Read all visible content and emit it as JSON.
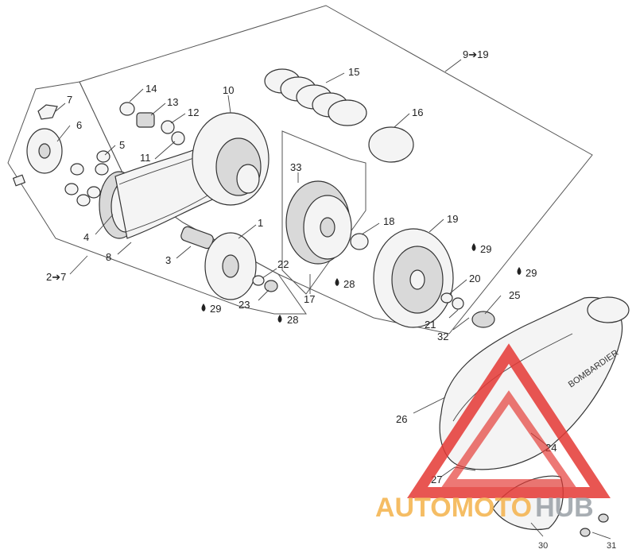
{
  "diagram": {
    "callouts": {
      "c1": "1",
      "c2to7": "2➔7",
      "c3": "3",
      "c4": "4",
      "c5": "5",
      "c6": "6",
      "c7": "7",
      "c8": "8",
      "c9to19": "9➔19",
      "c10": "10",
      "c11": "11",
      "c12": "12",
      "c13": "13",
      "c14": "14",
      "c15": "15",
      "c16": "16",
      "c17": "17",
      "c18": "18",
      "c19": "19",
      "c20": "20",
      "c21": "21",
      "c22": "22",
      "c23": "23",
      "c24": "24",
      "c25": "25",
      "c26": "26",
      "c27": "27",
      "c28a": "28",
      "c28b": "28",
      "c29a": "29",
      "c29b": "29",
      "c29c": "29",
      "c30": "30",
      "c31": "31",
      "c32": "32",
      "c33": "33"
    },
    "cover_brand": "BOMBARDIER",
    "watermark": {
      "part1": "AUTOMOTO",
      "part2": "HUB"
    },
    "colors": {
      "watermark_red": "#e53935",
      "watermark_orange": "#f4b24a",
      "watermark_gray": "#9aa0a6",
      "lines": "#333333"
    }
  }
}
